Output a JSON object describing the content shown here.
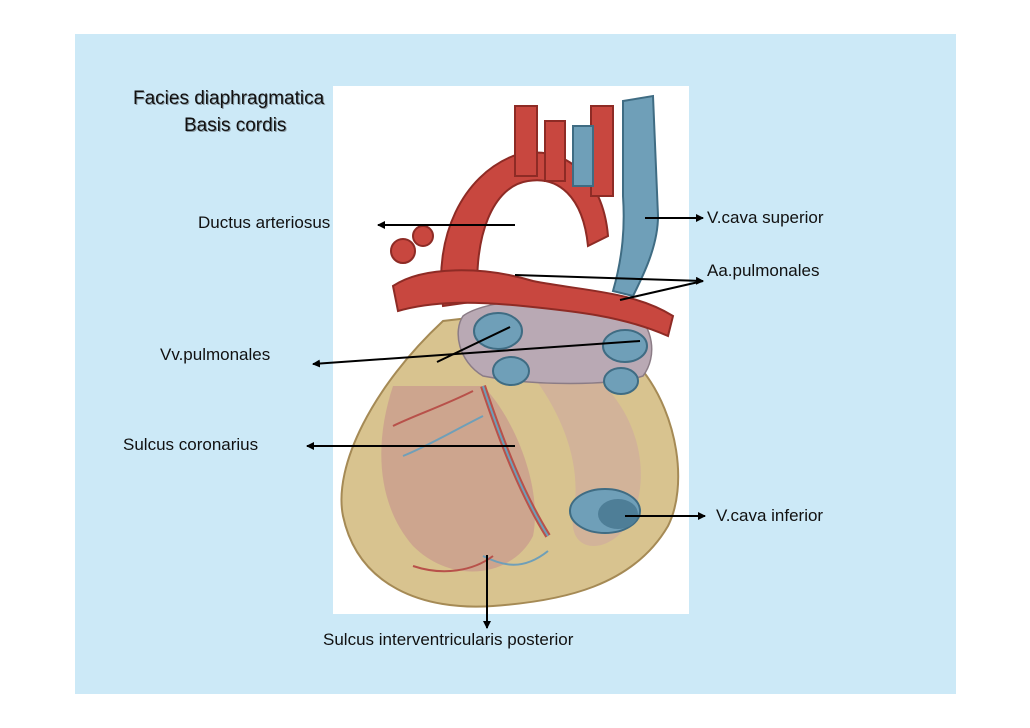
{
  "title": {
    "line1": "Facies diaphragmatica",
    "line2": "Basis cordis"
  },
  "labels": {
    "ductus_arteriosus": "Ductus arteriosus",
    "vcava_superior": "V.cava superior",
    "aa_pulmonales": "Aa.pulmonales",
    "vv_pulmonales": "Vv.pulmonales",
    "sulcus_coronarius": "Sulcus coronarius",
    "vcava_inferior": "V.cava inferior",
    "sulcus_interventricularis_posterior": "Sulcus interventricularis posterior"
  },
  "colors": {
    "slide_background": "#cce9f7",
    "artery_red": "#c8473f",
    "vein_blue": "#6f9fb8",
    "myocardium_tan": "#c9b07a"
  }
}
